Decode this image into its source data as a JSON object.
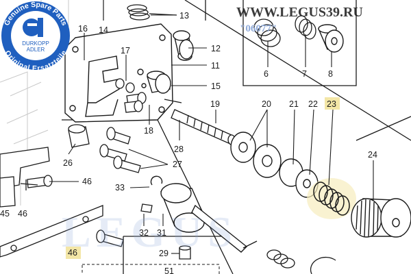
{
  "badge": {
    "ring_top": "Genuine Spare Parts",
    "ring_bottom": "Original Ersatzteile",
    "brand_line1": "DURKOPP",
    "brand_line2": "ADLER",
    "brand_color": "#1f5fbf"
  },
  "watermark": {
    "site": "WWW.LEGUS39.RU",
    "code": "\"06077\"",
    "bottom_text": "LEGUS"
  },
  "parts": [
    {
      "number": "13"
    },
    {
      "number": "14"
    },
    {
      "number": "16"
    },
    {
      "number": "17"
    },
    {
      "number": "12"
    },
    {
      "number": "11"
    },
    {
      "number": "6"
    },
    {
      "number": "7"
    },
    {
      "number": "8"
    },
    {
      "number": "15"
    },
    {
      "number": "18"
    },
    {
      "number": "19"
    },
    {
      "number": "20"
    },
    {
      "number": "21"
    },
    {
      "number": "22"
    },
    {
      "number": "23",
      "highlighted": true
    },
    {
      "number": "24"
    },
    {
      "number": "26"
    },
    {
      "number": "28"
    },
    {
      "number": "27"
    },
    {
      "number": "46"
    },
    {
      "number": "33"
    },
    {
      "number": "45"
    },
    {
      "number": "46"
    },
    {
      "number": "32"
    },
    {
      "number": "31"
    },
    {
      "number": "46",
      "highlighted": true
    },
    {
      "number": "29"
    },
    {
      "number": "51"
    }
  ],
  "colors": {
    "line": "#1a1a1a",
    "highlight": "#f3e6a6",
    "watermark": "#8ea9d8"
  }
}
